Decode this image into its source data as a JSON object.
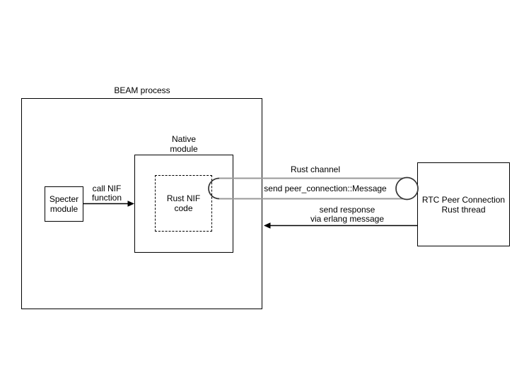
{
  "diagram": {
    "beam_process": {
      "label": "BEAM process"
    },
    "specter_module": {
      "lines": [
        "Specter",
        "module"
      ]
    },
    "native_module": {
      "label_lines": [
        "Native",
        "module"
      ]
    },
    "rust_nif": {
      "lines": [
        "Rust NIF",
        "code"
      ]
    },
    "call_nif_arrow": {
      "label_lines": [
        "call NIF",
        "function"
      ]
    },
    "rust_channel": {
      "label": "Rust channel",
      "message": "send peer_connection::Message"
    },
    "rtc_thread": {
      "lines": [
        "RTC Peer Connection",
        "Rust thread"
      ]
    },
    "response_arrow": {
      "label_lines": [
        "send response",
        "via erlang message"
      ]
    },
    "colors": {
      "background": "#ffffff",
      "box_border": "#000000",
      "text": "#000000",
      "connector": "#000000",
      "pipe_line": "#999999",
      "pipe_end": "#333333"
    }
  }
}
